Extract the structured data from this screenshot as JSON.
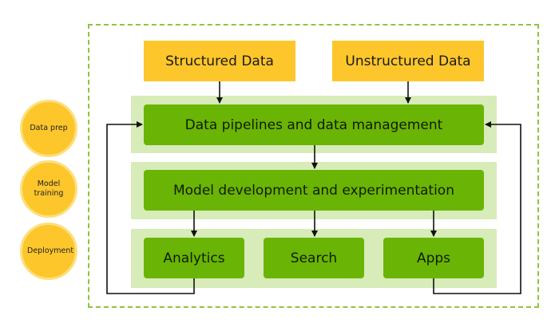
{
  "stages": [
    {
      "label": "Data prep"
    },
    {
      "label": "Model training"
    },
    {
      "label": "Deployment"
    }
  ],
  "sources": {
    "structured": "Structured Data",
    "unstructured": "Unstructured Data"
  },
  "layers": {
    "pipelines": "Data pipelines and data management",
    "model": "Model development and experimentation"
  },
  "outputs": [
    {
      "label": "Analytics"
    },
    {
      "label": "Search"
    },
    {
      "label": "Apps"
    }
  ],
  "colors": {
    "yellow": "#fdc62b",
    "green": "#6ab405",
    "band": "#d7ecb8",
    "frame": "#8cc63f"
  }
}
